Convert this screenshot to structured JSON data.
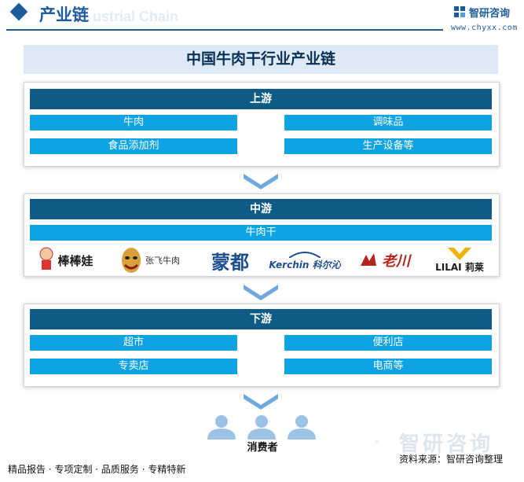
{
  "header": {
    "title": "产业链",
    "ghost_text": "ustrial Chain",
    "brand_name": "智研咨询",
    "brand_url": "www.chyxx.com"
  },
  "main_title": "中国牛肉干行业产业链",
  "upstream": {
    "title": "上游",
    "items": [
      "牛肉",
      "调味品",
      "食品添加剂",
      "生产设备等"
    ]
  },
  "midstream": {
    "title": "中游",
    "product": "牛肉干",
    "brands": [
      "棒棒娃",
      "张飞牛肉",
      "蒙都",
      "Kerchin 科尔沁",
      "老川",
      "LILAI 莉莱"
    ]
  },
  "downstream": {
    "title": "下游",
    "items": [
      "超市",
      "便利店",
      "专卖店",
      "电商等"
    ]
  },
  "consumer": {
    "label": "消费者"
  },
  "watermark": {
    "text": "智研咨询"
  },
  "source": "资料来源：智研咨询整理",
  "footer": "精品报告 · 专项定制 · 品质服务 · 专精特新",
  "colors": {
    "primary": "#1d5b9a",
    "section_header": "#0e5c86",
    "chip": "#0ea3e3",
    "title_bg": "#dde9f4",
    "arrow": "#6fa8dc"
  }
}
